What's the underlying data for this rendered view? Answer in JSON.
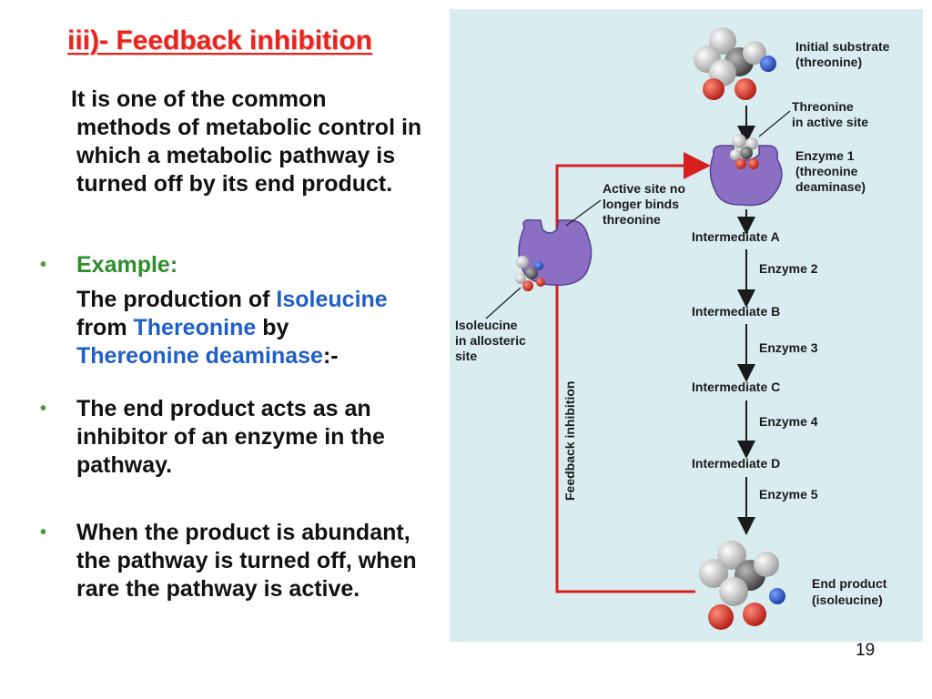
{
  "slide": {
    "title": "iii)- Feedback inhibition",
    "intro": {
      "line1": "It is one of the common",
      "rest": "methods of metabolic control in which a metabolic pathway is turned off by its end product."
    },
    "example": {
      "heading": "Example:",
      "text_a": "The production of ",
      "isoleucine": "Isoleucine",
      "text_b": "from ",
      "thereonine": "Thereonine",
      "text_c": " by",
      "enzyme": "Thereonine deaminase",
      "text_d": ":-"
    },
    "bullet2": "The end product acts as an inhibitor of an enzyme in the pathway.",
    "bullet3": {
      "a": "When the product is abundant",
      "b": ", the pathway is turned off, when rare the pathway is active."
    },
    "page_number": "19"
  },
  "diagram": {
    "initial_substrate": [
      "Initial substrate",
      "(threonine)"
    ],
    "threonine_active": [
      "Threonine",
      "in active site"
    ],
    "enzyme1": [
      "Enzyme 1",
      "(threonine",
      "deaminase)"
    ],
    "no_longer_binds": [
      "Active site no",
      "longer binds",
      "threonine"
    ],
    "isoleucine_allosteric": [
      "Isoleucine",
      "in allosteric",
      "site"
    ],
    "feedback_label": "Feedback inhibition",
    "intermediates": [
      "Intermediate A",
      "Intermediate B",
      "Intermediate C",
      "Intermediate D"
    ],
    "enzymes": [
      "Enzyme 2",
      "Enzyme 3",
      "Enzyme 4",
      "Enzyme 5"
    ],
    "end_product": [
      "End product",
      "(isoleucine)"
    ],
    "colors": {
      "background": "#d9edf0",
      "enzyme": "#8b6fc2",
      "inhibition_arrow": "#d81f1f",
      "title": "#e8241e"
    }
  }
}
